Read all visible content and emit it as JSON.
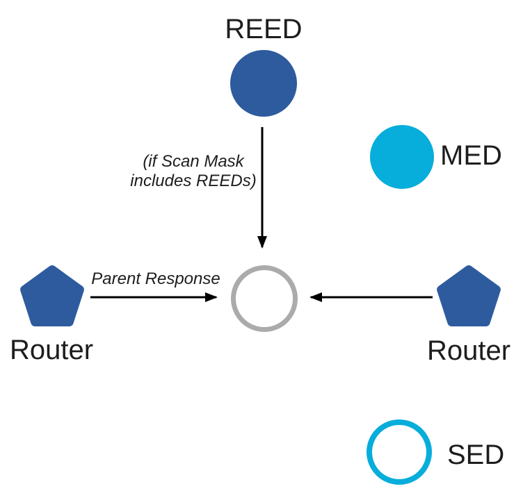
{
  "diagram": {
    "nodes": {
      "reed": {
        "label": "REED"
      },
      "med": {
        "label": "MED"
      },
      "sed": {
        "label": "SED"
      },
      "router_left": {
        "label": "Router"
      },
      "router_right": {
        "label": "Router"
      },
      "joiner": {
        "label": ""
      }
    },
    "annotations": {
      "scan_mask_line1": "(if Scan Mask",
      "scan_mask_line2": "includes REEDs)",
      "parent_response": "Parent Response"
    },
    "colors": {
      "router_reed_blue": "#2E5B9D",
      "med_sed_cyan": "#07ADDB",
      "joiner_gray": "#ABABAB",
      "arrow_black": "#000000",
      "text": "#1d1d1d"
    }
  }
}
